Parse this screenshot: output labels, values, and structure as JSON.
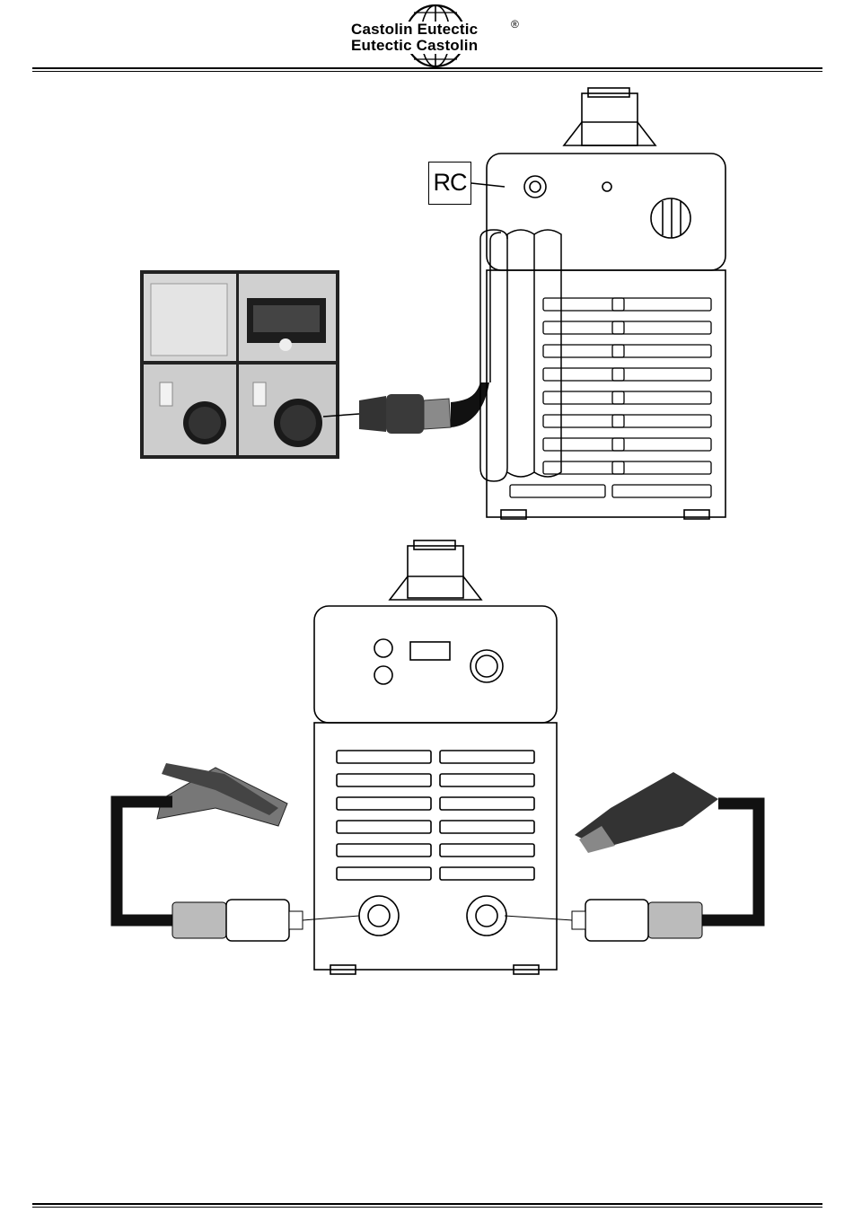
{
  "header": {
    "logo_line1": "Castolin Eutectic",
    "logo_line2": "Eutectic Castolin",
    "logo_mark": "®"
  },
  "figure1": {
    "callout_label": "RC"
  },
  "icons": {
    "logo": "globe-logo-icon",
    "socket_panel": "power-socket-panel-icon",
    "plug": "mains-plug-icon",
    "machine_rear": "welder-rear-panel-icon",
    "machine_front": "welder-front-panel-icon",
    "earth_clamp": "earth-clamp-icon",
    "electrode_holder": "electrode-holder-icon"
  },
  "colors": {
    "ink": "#000000",
    "panel_grey": "#cfcfcf",
    "cable_black": "#111111"
  }
}
